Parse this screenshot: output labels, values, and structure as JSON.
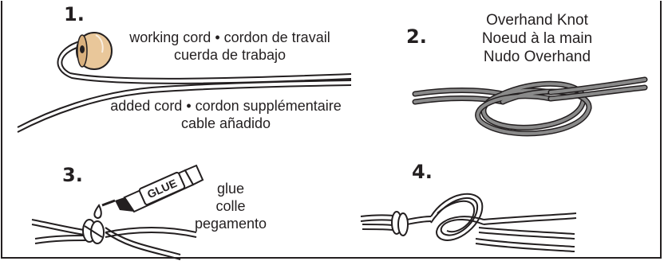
{
  "steps": [
    {
      "number": "1.",
      "labels": [
        "working cord • cordon de travail",
        "cuerda de trabajo",
        "added cord • cordon supplémentaire",
        "cable añadido"
      ]
    },
    {
      "number": "2.",
      "labels": [
        "Overhand Knot",
        "Noeud à la main",
        "Nudo Overhand"
      ]
    },
    {
      "number": "3.",
      "labels": [
        "glue",
        "colle",
        "pegamento"
      ],
      "tube_text": "GLUE"
    },
    {
      "number": "4.",
      "labels": []
    }
  ],
  "colors": {
    "ink": "#231f20",
    "bead": "#e9c79a",
    "knot_gray": "#8a8a8a"
  }
}
